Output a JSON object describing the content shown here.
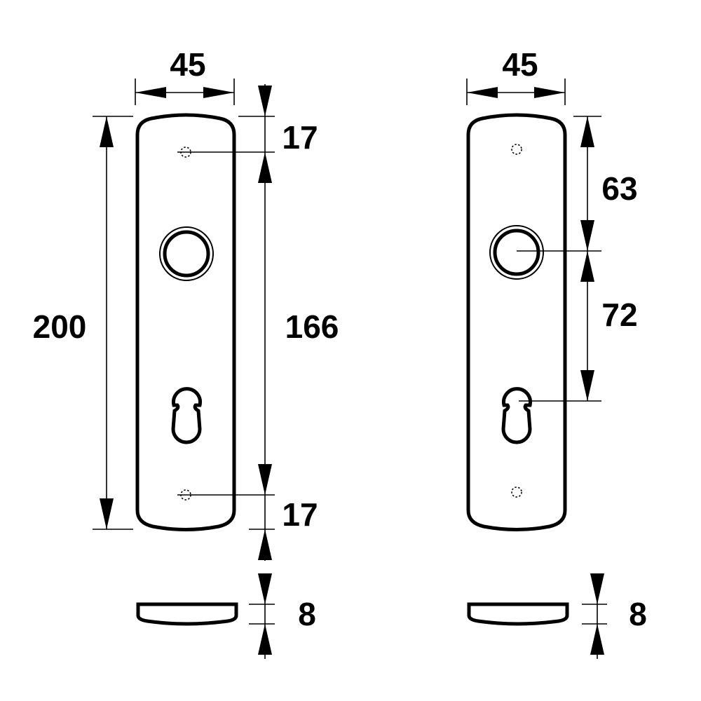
{
  "title": "Door handle backplate technical drawing",
  "left_view": {
    "width_label": "45",
    "height_label": "200",
    "top_offset_label": "17",
    "hole_spacing_label": "166",
    "bottom_offset_label": "17",
    "thickness_label": "8"
  },
  "right_view": {
    "width_label": "45",
    "handle_offset_label": "63",
    "keyhole_distance_label": "72",
    "thickness_label": "8"
  },
  "colors": {
    "line": "#000000",
    "background": "#ffffff"
  }
}
